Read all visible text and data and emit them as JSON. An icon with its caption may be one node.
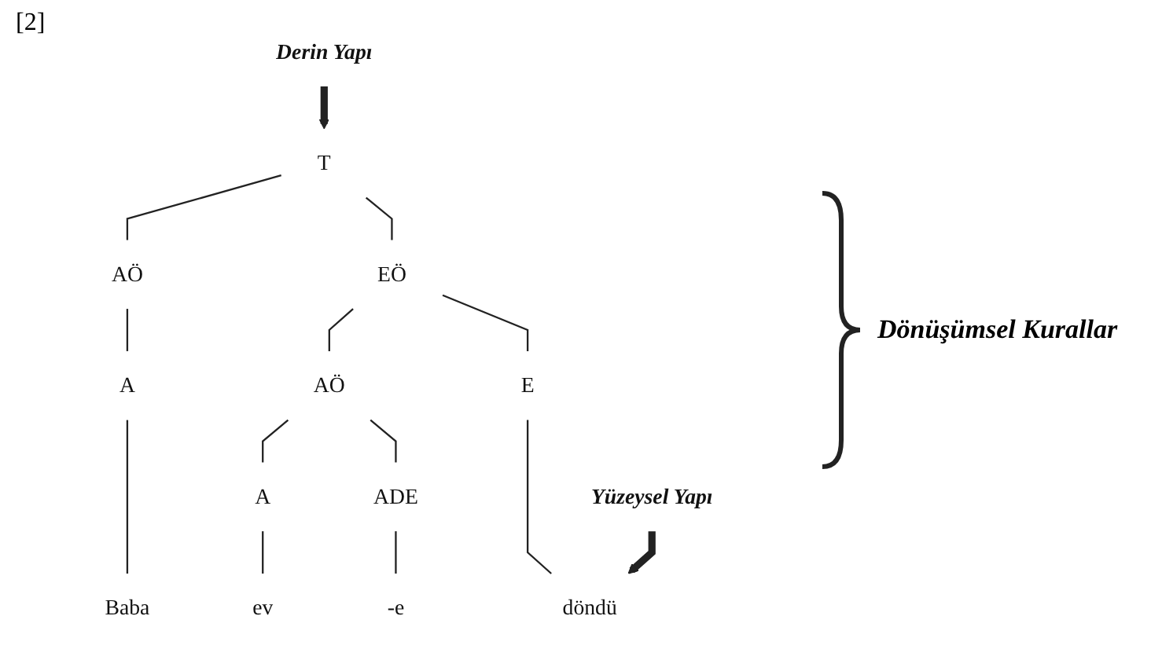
{
  "diagram": {
    "nodes": [
      {
        "text": [
          "T"
        ]
      },
      {
        "text": [
          "AÖ"
        ]
      },
      {
        "text": [
          "EÖ"
        ]
      },
      {
        "text": [
          "A"
        ]
      },
      {
        "text": [
          "AÖ"
        ]
      },
      {
        "text": [
          "E"
        ]
      },
      {
        "text": [
          "A"
        ]
      },
      {
        "text": [
          "ADE"
        ]
      },
      {
        "text": [
          "Baba"
        ]
      },
      {
        "text": [
          "ev"
        ]
      },
      {
        "text": [
          "-e"
        ]
      },
      {
        "text": [
          "döndü"
        ]
      },
      {
        "text": [
          "Derin Yapı"
        ]
      },
      {
        "text": [
          "Yüzeysel Yapı"
        ]
      }
    ],
    "edges": [
      {
        "from": 0,
        "to": 1,
        "arrow": "none"
      },
      {
        "from": 0,
        "to": 2,
        "arrow": "none"
      },
      {
        "from": 1,
        "to": 3,
        "arrow": "none"
      },
      {
        "from": 2,
        "to": 4,
        "arrow": "none"
      },
      {
        "from": 2,
        "to": 5,
        "arrow": "none"
      },
      {
        "from": 4,
        "to": 6,
        "arrow": "none"
      },
      {
        "from": 4,
        "to": 7,
        "arrow": "none"
      },
      {
        "from": 3,
        "to": 8,
        "arrow": "none"
      },
      {
        "from": 6,
        "to": 9,
        "arrow": "none"
      },
      {
        "from": 7,
        "to": 10,
        "arrow": "none"
      },
      {
        "from": 5,
        "to": 11,
        "arrow": "none"
      },
      {
        "from": 12,
        "to": 0,
        "arrow": "to",
        "style": "thick"
      },
      {
        "from": 13,
        "to": 11,
        "arrow": "to",
        "style": "thick"
      }
    ],
    "labels": [
      "[2]",
      "Dönüşümsel Kurallar"
    ]
  }
}
